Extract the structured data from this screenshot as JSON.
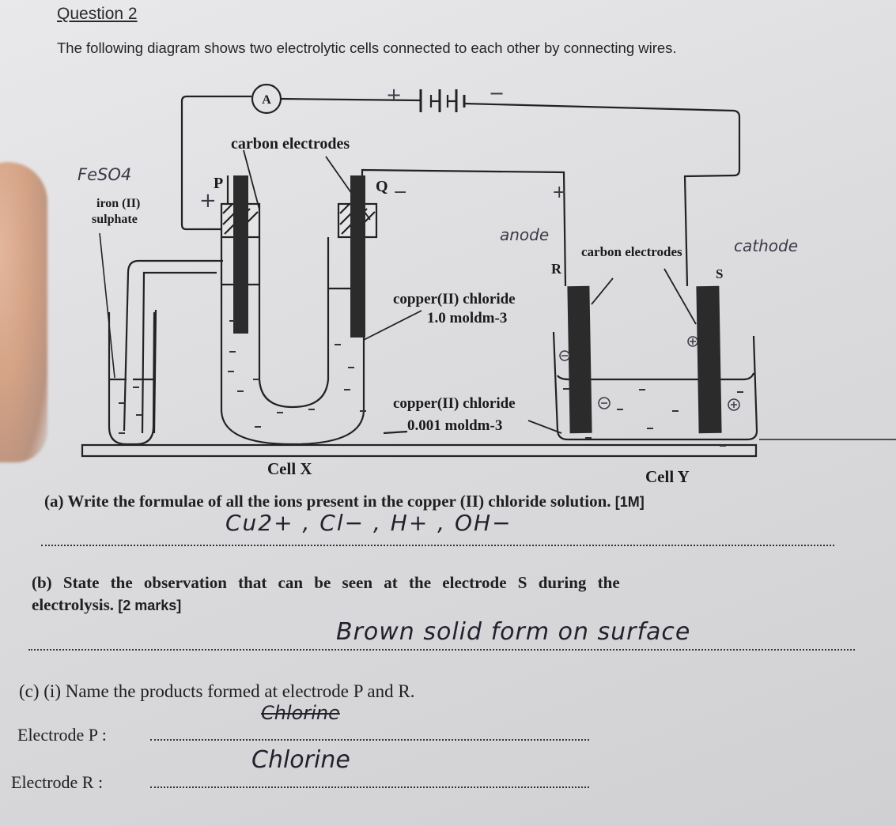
{
  "header": {
    "question_title": "Question 2",
    "intro": "The following diagram shows two electrolytic cells connected to each other by connecting wires."
  },
  "diagram": {
    "ammeter_label": "A",
    "battery": {
      "positive_mark": "+",
      "negative_mark": "−"
    },
    "cell_x": {
      "label": "Cell X",
      "electrodes_label": "carbon electrodes",
      "electrode_p": "P",
      "electrode_q": "Q",
      "p_annotation": "+",
      "q_annotation": "−",
      "side_solution_label_line1": "iron (II)",
      "side_solution_label_line2": "sulphate",
      "side_solution_handwritten": "FeSO4",
      "upper_solution_line1": "copper(II) chloride",
      "upper_solution_line2": "1.0 moldm-3",
      "lower_solution_line1": "copper(II) chloride",
      "lower_solution_line2": "0.001 moldm-3"
    },
    "cell_y": {
      "label": "Cell Y",
      "electrodes_label": "carbon electrodes",
      "electrode_r": "R",
      "electrode_s": "S",
      "r_handwritten": "anode",
      "s_handwritten": "cathode",
      "r_sign": "+"
    }
  },
  "questions": {
    "a": {
      "prompt": "(a) Write the formulae of all the ions present in the copper (II) chloride solution.",
      "marks": "[1M]",
      "answer": "Cu2+ , Cl− , H+ , OH−"
    },
    "b": {
      "prompt_line1": "(b) State the observation that can be seen at the electrode S during the",
      "prompt_line2": "electrolysis.",
      "marks": "[2 marks]",
      "answer": "Brown solid form on surface"
    },
    "c": {
      "prompt": "(c) (i) Name the products formed at electrode P and R.",
      "electrode_p_label": "Electrode P :",
      "electrode_p_answer": "Chlorine",
      "electrode_r_label": "Electrode R :",
      "electrode_r_answer": "Chlorine"
    }
  }
}
